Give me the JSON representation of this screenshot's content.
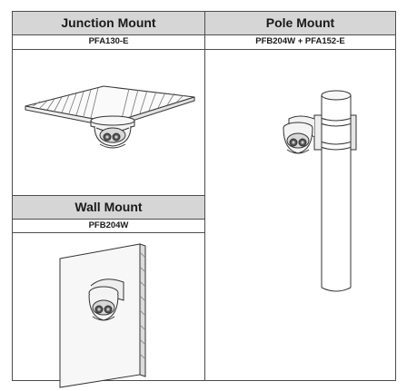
{
  "table": {
    "junction": {
      "title": "Junction Mount",
      "model": "PFA130-E",
      "illustration_icon": "ceiling-junction-mount-camera-icon"
    },
    "pole": {
      "title": "Pole Mount",
      "model": "PFB204W + PFA152-E",
      "illustration_icon": "pole-mount-camera-icon"
    },
    "wall": {
      "title": "Wall Mount",
      "model": "PFB204W",
      "illustration_icon": "wall-mount-camera-icon"
    }
  },
  "colors": {
    "header_bg": "#d6d6d6",
    "border": "#4d4d4d",
    "line_art": "#333333"
  }
}
